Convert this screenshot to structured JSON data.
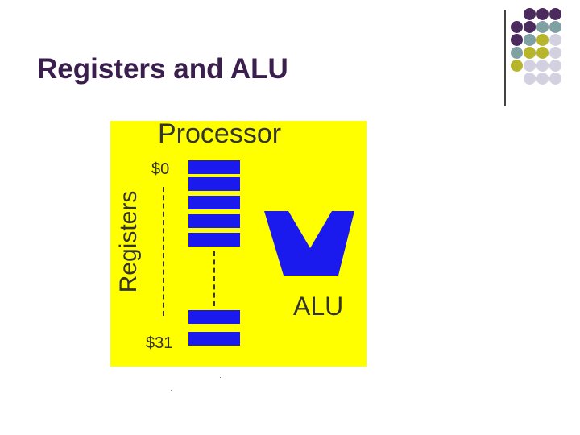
{
  "slide": {
    "title": "Registers and ALU"
  },
  "diagram": {
    "processor_label": "Processor",
    "registers_label": "Registers",
    "first_register": "$0",
    "last_register": "$31",
    "alu_label": "ALU"
  },
  "colors": {
    "title": "#3a1e4e",
    "panel": "#ffff00",
    "register_fill": "#1a1aee",
    "alu_fill": "#1a1aee",
    "dot_purple": "#4b2a5e",
    "dot_teal": "#7fa1a3",
    "dot_olive": "#b7b52a",
    "dot_lavender": "#d3d1e0"
  },
  "icons": {
    "decoration": "dot-grid-decoration",
    "alu": "alu-v-shape-icon"
  }
}
